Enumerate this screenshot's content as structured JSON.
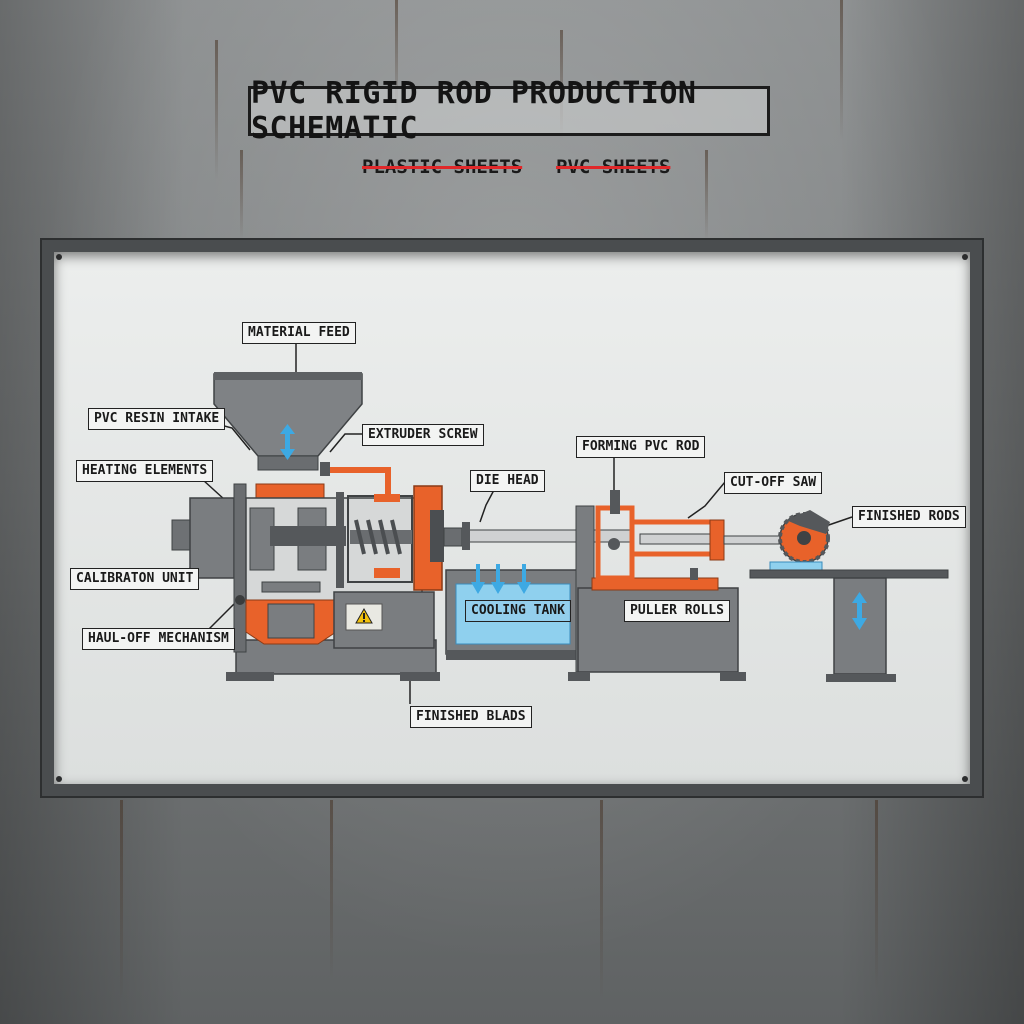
{
  "title": "PVC RIGID ROD PRODUCTION SCHEMATIC",
  "struck_labels": [
    "PLASTIC SHEETS",
    "PVC SHEETS"
  ],
  "labels": {
    "material_feed": "MATERIAL FEED",
    "pvc_resin_intake": "PVC RESIN INTAKE",
    "extruder_screw": "EXTRUDER SCREW",
    "heating_elements": "HEATING ELEMENTS",
    "calibration_unit": "CALIBRATON UNIT",
    "haul_off_mechanism": "HAUL-OFF MECHANISM",
    "die_head": "DIE HEAD",
    "forming_pvc_rod": "FORMING PVC ROD",
    "cut_off_saw": "CUT-OFF SAW",
    "finished_rods": "FINISHED RODS",
    "cooling_tank": "COOLING TANK",
    "puller_rolls": "PULLER ROLLS",
    "finished_blads": "FINISHED BLADS"
  },
  "colors": {
    "machine_gray": "#7a7d80",
    "machine_dark": "#55585b",
    "accent_orange": "#e8622a",
    "water_blue": "#8fd0ee",
    "arrow_blue": "#3da9e3",
    "strike_red": "#e0282a"
  },
  "icons": [
    "warning-icon",
    "vertical-double-arrow-icon",
    "down-arrow-icon",
    "saw-blade-icon"
  ]
}
